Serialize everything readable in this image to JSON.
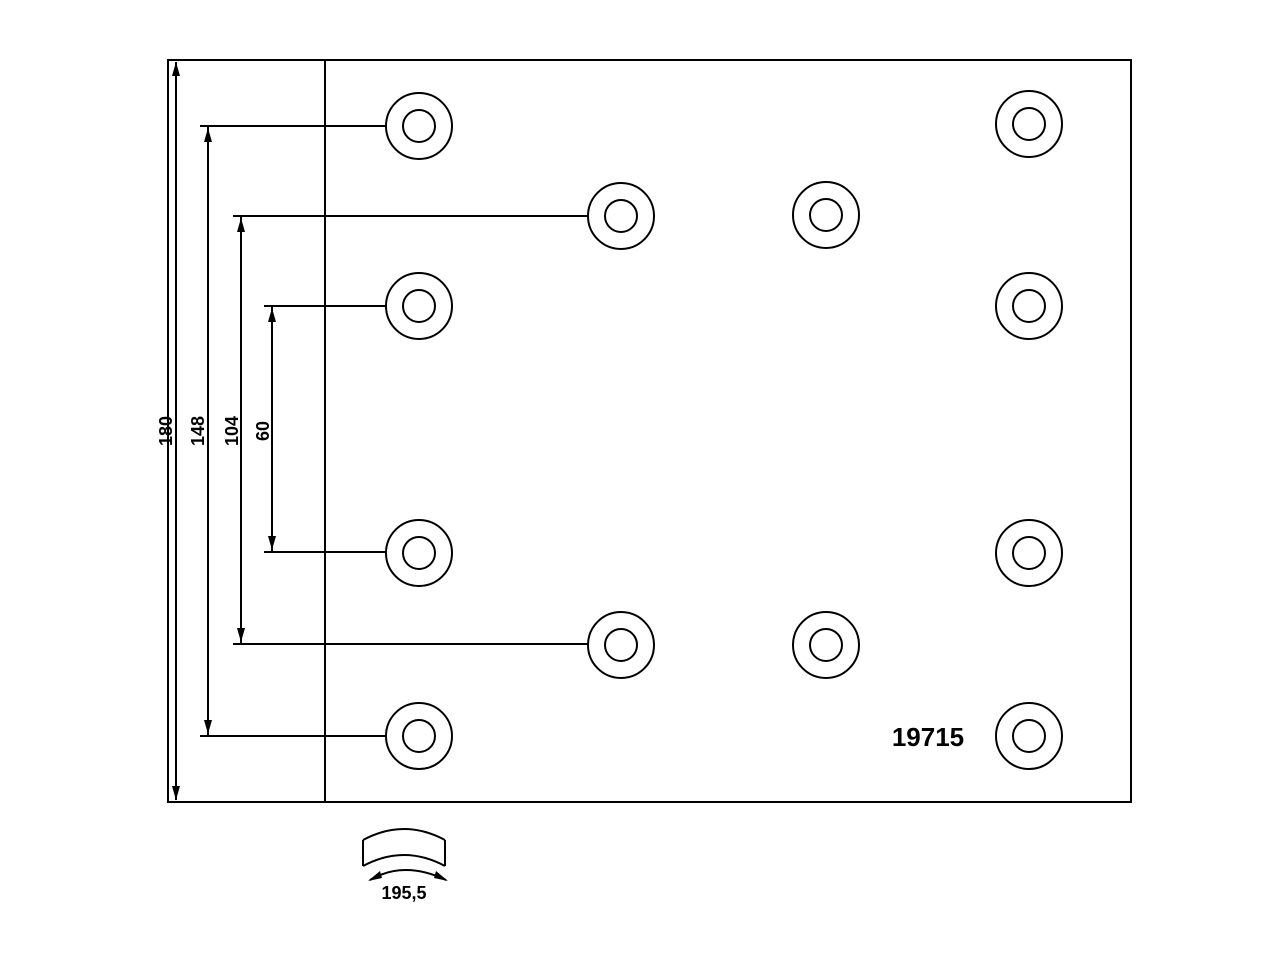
{
  "part_number": "19715",
  "dimensions": {
    "height_overall": "180",
    "holes_outer": "148",
    "holes_middle": "104",
    "holes_inner": "60",
    "arc_width": "195,5"
  },
  "holes": {
    "count": 12
  }
}
